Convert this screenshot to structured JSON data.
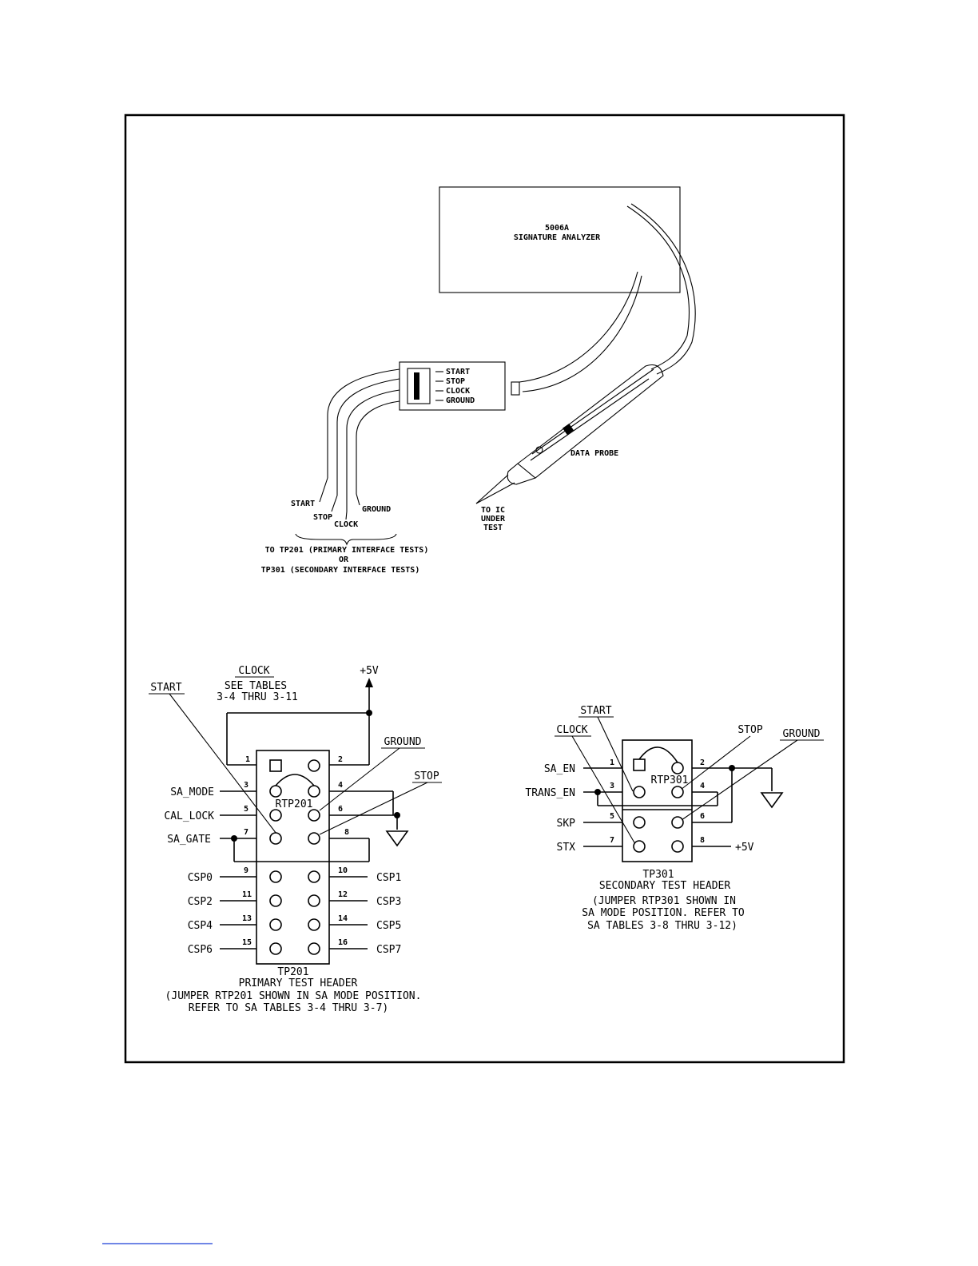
{
  "analyzer": {
    "model": "5006A",
    "name": "SIGNATURE ANALYZER"
  },
  "pod": {
    "labels": [
      "START",
      "STOP",
      "CLOCK",
      "GROUND"
    ]
  },
  "probe": {
    "label": "DATA PROBE",
    "tip_lines": [
      "TO IC",
      "UNDER",
      "TEST"
    ]
  },
  "leads": {
    "start": "START",
    "stop": "STOP",
    "clock": "CLOCK",
    "ground": "GROUND"
  },
  "routing": {
    "line1": "TO TP201 (PRIMARY INTERFACE TESTS)",
    "line2": "OR",
    "line3": "TP301 (SECONDARY INTERFACE TESTS)"
  },
  "tp201": {
    "clock_label": "CLOCK",
    "clock_note_1": "SEE TABLES",
    "clock_note_2": "3-4 THRU 3-11",
    "start_label": "START",
    "ground_label": "GROUND",
    "stop_label": "STOP",
    "supply": "+5V",
    "jumper": "RTP201",
    "pins": [
      "1",
      "2",
      "3",
      "4",
      "5",
      "6",
      "7",
      "8",
      "9",
      "10",
      "11",
      "12",
      "13",
      "14",
      "15",
      "16"
    ],
    "signals_left": [
      "SA_MODE",
      "CAL_LOCK",
      "SA_GATE",
      "CSP0",
      "CSP2",
      "CSP4",
      "CSP6"
    ],
    "signals_right": [
      "CSP1",
      "CSP3",
      "CSP5",
      "CSP7"
    ],
    "name": "TP201",
    "title": "PRIMARY TEST HEADER",
    "note_1": "(JUMPER RTP201 SHOWN IN SA MODE POSITION.",
    "note_2": "REFER TO SA TABLES 3-4 THRU 3-7)"
  },
  "tp301": {
    "start_label": "START",
    "clock_label": "CLOCK",
    "stop_label": "STOP",
    "ground_label": "GROUND",
    "jumper": "RTP301",
    "pins": [
      "1",
      "2",
      "3",
      "4",
      "5",
      "6",
      "7",
      "8"
    ],
    "signals_left": [
      "SA_EN",
      "TRANS_EN",
      "SKP",
      "STX"
    ],
    "supply": "+5V",
    "name": "TP301",
    "title": "SECONDARY TEST HEADER",
    "note_1": "(JUMPER RTP301 SHOWN IN",
    "note_2": "SA MODE POSITION. REFER TO",
    "note_3": "SA TABLES 3-8 THRU 3-12)"
  }
}
